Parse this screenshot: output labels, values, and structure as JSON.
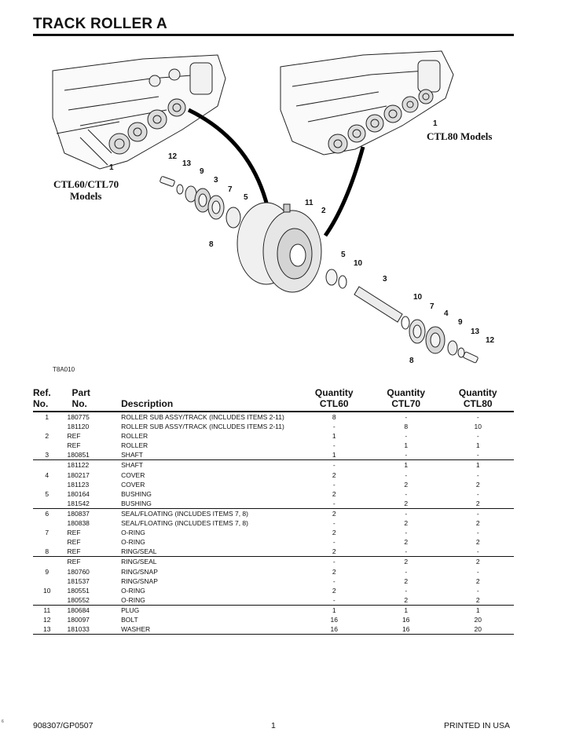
{
  "page_title": "TRACK ROLLER A",
  "diagram": {
    "label_left": "CTL60/CTL70",
    "label_left_2": "Models",
    "label_right": "CTL80 Models",
    "figure_code": "T8A010",
    "callouts": {
      "c1a": "1",
      "c1b": "1",
      "c12a": "12",
      "c13a": "13",
      "c9a": "9",
      "c3a": "3",
      "c7a": "7",
      "c5a": "5",
      "c8a": "8",
      "c11": "11",
      "c2": "2",
      "c5b": "5",
      "c10a": "10",
      "c3b": "3",
      "c10b": "10",
      "c7b": "7",
      "c4": "4",
      "c9b": "9",
      "c13b": "13",
      "c12b": "12",
      "c8b": "8"
    }
  },
  "table": {
    "headers": {
      "ref_1": "Ref.",
      "ref_2": "No.",
      "part_1": "Part",
      "part_2": "No.",
      "desc": "Description",
      "q60_1": "Quantity",
      "q60_2": "CTL60",
      "q70_1": "Quantity",
      "q70_2": "CTL70",
      "q80_1": "Quantity",
      "q80_2": "CTL80"
    },
    "rows": [
      {
        "ref": "1",
        "part": "180775",
        "desc": "ROLLER SUB ASSY/TRACK (INCLUDES ITEMS 2-11)",
        "q60": "8",
        "q70": "-",
        "q80": "-"
      },
      {
        "ref": "",
        "part": "181120",
        "desc": "ROLLER SUB ASSY/TRACK (INCLUDES ITEMS 2-11)",
        "q60": "-",
        "q70": "8",
        "q80": "10"
      },
      {
        "ref": "2",
        "part": "REF",
        "desc": "ROLLER",
        "q60": "1",
        "q70": "-",
        "q80": "-"
      },
      {
        "ref": "",
        "part": "REF",
        "desc": "ROLLER",
        "q60": "-",
        "q70": "1",
        "q80": "1"
      },
      {
        "ref": "3",
        "part": "180851",
        "desc": "SHAFT",
        "q60": "1",
        "q70": "-",
        "q80": "-"
      },
      {
        "ref": "",
        "part": "181122",
        "desc": "SHAFT",
        "q60": "-",
        "q70": "1",
        "q80": "1"
      },
      {
        "ref": "4",
        "part": "180217",
        "desc": "COVER",
        "q60": "2",
        "q70": "-",
        "q80": "-"
      },
      {
        "ref": "",
        "part": "181123",
        "desc": "COVER",
        "q60": "-",
        "q70": "2",
        "q80": "2"
      },
      {
        "ref": "5",
        "part": "180164",
        "desc": "BUSHING",
        "q60": "2",
        "q70": "-",
        "q80": "-"
      },
      {
        "ref": "",
        "part": "181542",
        "desc": "BUSHING",
        "q60": "-",
        "q70": "2",
        "q80": "2"
      },
      {
        "ref": "6",
        "part": "180837",
        "desc": "SEAL/FLOATING (INCLUDES ITEMS 7, 8)",
        "q60": "2",
        "q70": "-",
        "q80": "-"
      },
      {
        "ref": "",
        "part": "180838",
        "desc": "SEAL/FLOATING (INCLUDES ITEMS 7, 8)",
        "q60": "-",
        "q70": "2",
        "q80": "2"
      },
      {
        "ref": "7",
        "part": "REF",
        "desc": "O-RING",
        "q60": "2",
        "q70": "-",
        "q80": "-"
      },
      {
        "ref": "",
        "part": "REF",
        "desc": "O-RING",
        "q60": "-",
        "q70": "2",
        "q80": "2"
      },
      {
        "ref": "8",
        "part": "REF",
        "desc": "RING/SEAL",
        "q60": "2",
        "q70": "-",
        "q80": "-"
      },
      {
        "ref": "",
        "part": "REF",
        "desc": "RING/SEAL",
        "q60": "-",
        "q70": "2",
        "q80": "2"
      },
      {
        "ref": "9",
        "part": "180760",
        "desc": "RING/SNAP",
        "q60": "2",
        "q70": "-",
        "q80": "-"
      },
      {
        "ref": "",
        "part": "181537",
        "desc": "RING/SNAP",
        "q60": "-",
        "q70": "2",
        "q80": "2"
      },
      {
        "ref": "10",
        "part": "180551",
        "desc": "O-RING",
        "q60": "2",
        "q70": "-",
        "q80": "-"
      },
      {
        "ref": "",
        "part": "180552",
        "desc": "O-RING",
        "q60": "-",
        "q70": "2",
        "q80": "2"
      },
      {
        "ref": "11",
        "part": "180684",
        "desc": "PLUG",
        "q60": "1",
        "q70": "1",
        "q80": "1"
      },
      {
        "ref": "12",
        "part": "180097",
        "desc": "BOLT",
        "q60": "16",
        "q70": "16",
        "q80": "20"
      },
      {
        "ref": "13",
        "part": "181033",
        "desc": "WASHER",
        "q60": "16",
        "q70": "16",
        "q80": "20"
      }
    ]
  },
  "footer": {
    "doc_code": "908307/GP0507",
    "page_number": "1",
    "printed": "PRINTED IN USA",
    "corner_mark": "6"
  }
}
